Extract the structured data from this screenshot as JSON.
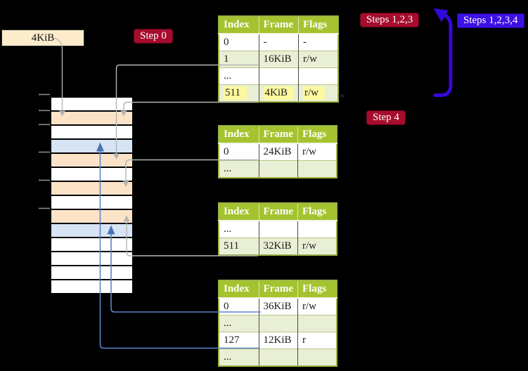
{
  "frame_label": {
    "text": "4KiB"
  },
  "badges": {
    "step0": "Step 0",
    "steps123": "Steps 1,2,3",
    "steps1234": "Steps 1,2,3,4",
    "step4": "Step 4"
  },
  "page_tables": [
    {
      "headers": [
        "Index",
        "Frame",
        "Flags"
      ],
      "rows": [
        {
          "index": "0",
          "frame": "-",
          "flags": "-"
        },
        {
          "index": "1",
          "frame": "16KiB",
          "flags": "r/w"
        },
        {
          "index": "...",
          "frame": "",
          "flags": ""
        },
        {
          "index": "511",
          "frame": "4KiB",
          "flags": "r/w"
        }
      ]
    },
    {
      "headers": [
        "Index",
        "Frame",
        "Flags"
      ],
      "rows": [
        {
          "index": "0",
          "frame": "24KiB",
          "flags": "r/w"
        },
        {
          "index": "...",
          "frame": "",
          "flags": ""
        }
      ]
    },
    {
      "headers": [
        "Index",
        "Frame",
        "Flags"
      ],
      "rows": [
        {
          "index": "...",
          "frame": "",
          "flags": ""
        },
        {
          "index": "511",
          "frame": "32KiB",
          "flags": "r/w"
        }
      ]
    },
    {
      "headers": [
        "Index",
        "Frame",
        "Flags"
      ],
      "rows": [
        {
          "index": "0",
          "frame": "36KiB",
          "flags": "r/w"
        },
        {
          "index": "...",
          "frame": "",
          "flags": ""
        },
        {
          "index": "127",
          "frame": "12KiB",
          "flags": "r"
        },
        {
          "index": "...",
          "frame": "",
          "flags": ""
        }
      ]
    }
  ],
  "memory_column": {
    "cells": [
      "white",
      "peach",
      "white",
      "blue",
      "peach",
      "white",
      "peach",
      "white",
      "peach",
      "blue",
      "white",
      "white",
      "white",
      "white"
    ],
    "tick_marks": 6
  },
  "connections": [
    {
      "from": "frame-label-4KiB",
      "to": "memory-cell-2",
      "style": "gray"
    },
    {
      "from": "table1-row-1",
      "to": "memory-cell-5",
      "style": "gray"
    },
    {
      "from": "table1-row-511",
      "to": "memory-cell-2",
      "style": "gray"
    },
    {
      "from": "table2-row-0",
      "to": "memory-cell-7",
      "style": "gray"
    },
    {
      "from": "table3-row-511",
      "to": "memory-cell-9",
      "style": "gray"
    },
    {
      "from": "table4-row-0",
      "to": "memory-cell-10",
      "style": "blue"
    },
    {
      "from": "table4-row-127",
      "to": "memory-cell-4",
      "style": "blue"
    },
    {
      "from": "step4-area",
      "to": "steps123-label",
      "style": "thick-blue-loop"
    }
  ],
  "colors": {
    "background": "#000000",
    "crimson_badge": "#a60c2e",
    "blue_badge": "#3d11e6",
    "thick_arrow": "#3408da",
    "table_header": "#a4c32f",
    "table_row_shade": "#e9efd5",
    "highlight": "#fdf99f",
    "memory_peach": "#fce3c7",
    "memory_blue": "#d7e4f4",
    "frame_label_bg": "#fceccb",
    "gray_connector": "#b5b5b5",
    "blue_connector": "#5d84c3"
  }
}
